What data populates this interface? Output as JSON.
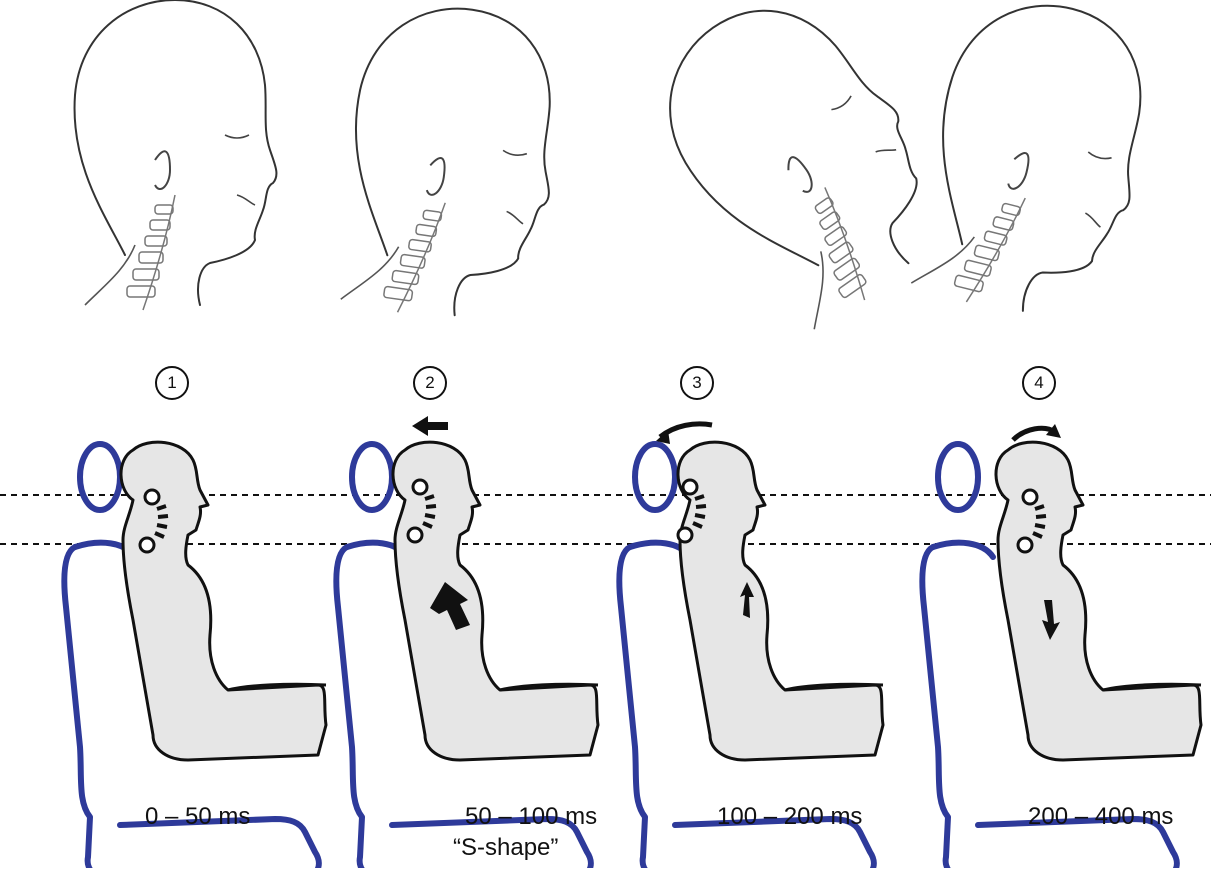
{
  "stages": [
    {
      "number": "1",
      "time": "0 – 50 ms"
    },
    {
      "number": "2",
      "time": "50 – 100 ms",
      "note": "“S-shape”"
    },
    {
      "number": "3",
      "time": "100 – 200 ms"
    },
    {
      "number": "4",
      "time": "200 – 400 ms"
    }
  ],
  "colors": {
    "seat": "#2e3a9a",
    "body_fill": "#e6e6e6",
    "line": "#111111"
  }
}
